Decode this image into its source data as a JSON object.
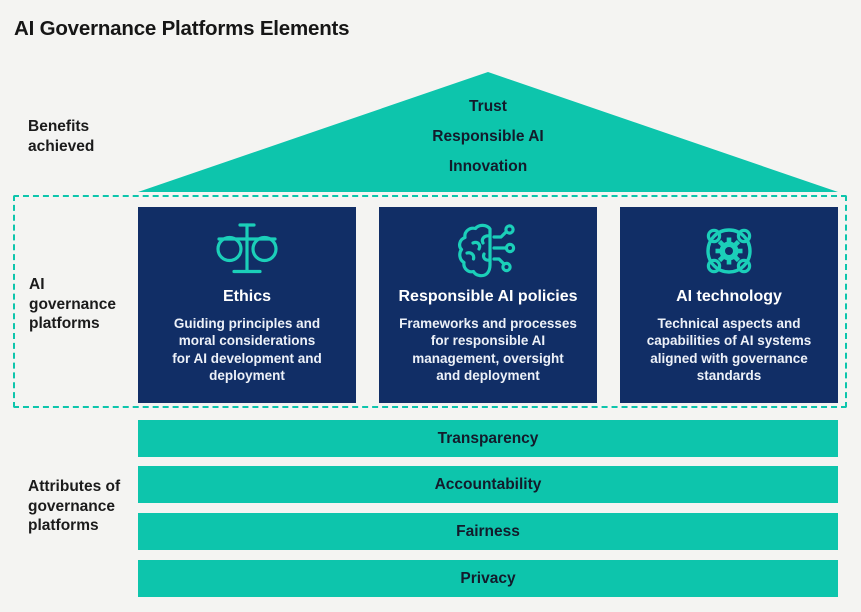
{
  "title": "AI Governance Platforms Elements",
  "colors": {
    "background": "#F4F4F2",
    "teal": "#0DC5AC",
    "icon_teal": "#1BCFB9",
    "navy": "#112E66",
    "dark_text": "#131B2B",
    "title_text": "#161616",
    "body_text": "#EDF1F8"
  },
  "roof": {
    "benefits_label": "Benefits\nachieved",
    "lines": [
      "Trust",
      "Responsible AI",
      "Innovation"
    ]
  },
  "platforms": {
    "label": "AI\ngovernance\nplatforms",
    "pillars": [
      {
        "icon": "scales-icon",
        "title": "Ethics",
        "description": "Guiding principles and\nmoral considerations\nfor AI development and\ndeployment"
      },
      {
        "icon": "brain-circuit-icon",
        "title": "Responsible AI policies",
        "description": "Frameworks and processes\nfor responsible AI\nmanagement, oversight\nand deployment"
      },
      {
        "icon": "gear-network-icon",
        "title": "AI technology",
        "description": "Technical aspects and\ncapabilities of AI systems\naligned with governance\nstandards"
      }
    ]
  },
  "attributes": {
    "label": "Attributes of\ngovernance\nplatforms",
    "bars": [
      "Transparency",
      "Accountability",
      "Fairness",
      "Privacy"
    ]
  }
}
